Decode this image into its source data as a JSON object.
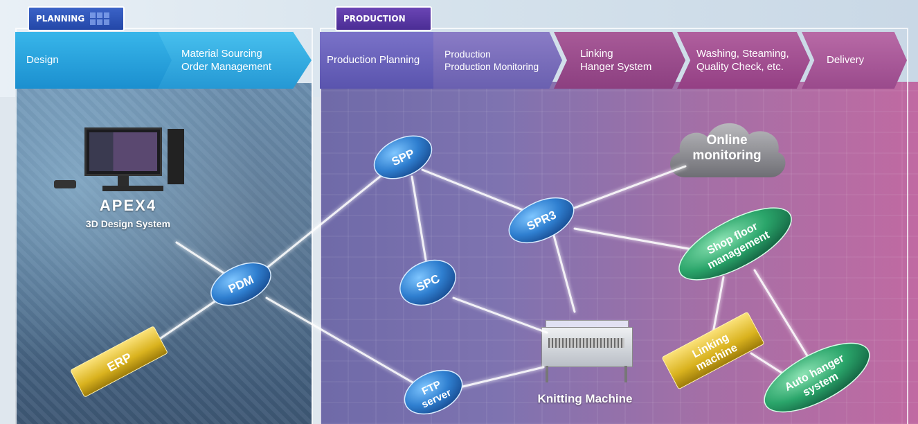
{
  "header": {
    "planning_tab": "PLANNING",
    "production_tab": "PRODUCTION"
  },
  "process_steps": {
    "design": "Design",
    "sourcing_line1": "Material Sourcing",
    "sourcing_line2": "Order Management",
    "production_planning": "Production Planning",
    "monitoring_line1": "Production",
    "monitoring_line2": "Production Monitoring",
    "linking_line1": "Linking",
    "linking_line2": "Hanger System",
    "washing_line1": "Washing, Steaming,",
    "washing_line2": "Quality Check, etc.",
    "delivery": "Delivery"
  },
  "nodes": {
    "apex_title": "APEX4",
    "apex_subtitle": "3D Design System",
    "pdm": "PDM",
    "erp": "ERP",
    "spp": "SPP",
    "spc": "SPC",
    "spr3": "SPR3",
    "ftp_line1": "FTP",
    "ftp_line2": "server",
    "online_line1": "Online",
    "online_line2": "monitoring",
    "shop_line1": "Shop floor",
    "shop_line2": "management",
    "linking_machine_line1": "Linking",
    "linking_machine_line2": "machine",
    "auto_line1": "Auto hanger",
    "auto_line2": "system",
    "knitting_machine": "Knitting Machine"
  },
  "colors": {
    "blue_node": "#2f7fd0",
    "green_node": "#2aa56a",
    "gold_node": "#d9b21e",
    "link_line": "#ffffff"
  }
}
